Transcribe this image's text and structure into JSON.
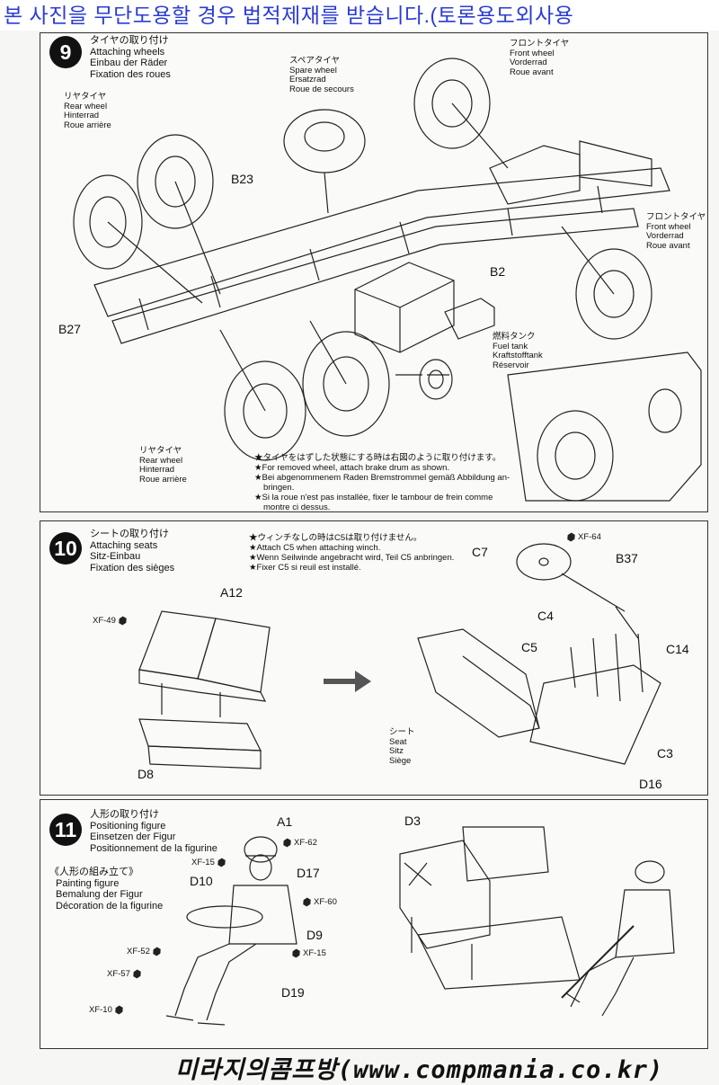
{
  "banner": "본 사진을 무단도용할 경우 법적제재를 받습니다.(토론용도외사용",
  "footer": "미라지의콤프방(www.compmania.co.kr)",
  "step9": {
    "number": "9",
    "title": [
      "タイヤの取り付け",
      "Attaching wheels",
      "Einbau der Räder",
      "Fixation des roues"
    ],
    "rear_wheel_1": [
      "リヤタイヤ",
      "Rear wheel",
      "Hinterrad",
      "Roue arrière"
    ],
    "spare_wheel": [
      "スペアタイヤ",
      "Spare wheel",
      "Ersatzrad",
      "Roue de secours"
    ],
    "front_wheel_1": [
      "フロントタイヤ",
      "Front wheel",
      "Vorderrad",
      "Roue avant"
    ],
    "front_wheel_2": [
      "フロントタイヤ",
      "Front wheel",
      "Vorderrad",
      "Roue avant"
    ],
    "fuel_tank": [
      "燃料タンク",
      "Fuel tank",
      "Kraftstofftank",
      "Réservoir"
    ],
    "rear_wheel_2": [
      "リヤタイヤ",
      "Rear wheel",
      "Hinterrad",
      "Roue arrière"
    ],
    "parts": {
      "b23": "B23",
      "b27": "B27",
      "b2": "B2"
    },
    "notes": [
      "★タイヤをはずした状態にする時は右図のように取り付けます。",
      "★For removed wheel, attach brake drum as shown.",
      "★Bei abgenommenem Raden Bremstrommel gemäß Abbildung an-",
      "bringen.",
      "★Si la roue n'est pas installée, fixer le tambour de frein comme",
      "montre ci dessus."
    ]
  },
  "step10": {
    "number": "10",
    "title": [
      "シートの取り付け",
      "Attaching seats",
      "Sitz-Einbau",
      "Fixation des sièges"
    ],
    "notes": [
      "★ウィンチなしの時はC5は取り付けません。",
      "★Attach C5 when attaching winch.",
      "★Wenn Seilwinde angebracht wird, Teil C5 anbringen.",
      "★Fixer C5 si reuil est installé."
    ],
    "seat": [
      "シート",
      "Seat",
      "Sitz",
      "Siège"
    ],
    "parts": {
      "a12": "A12",
      "d8": "D8",
      "c7": "C7",
      "b37": "B37",
      "c4": "C4",
      "c5": "C5",
      "c14": "C14",
      "c3": "C3",
      "d16": "D16"
    },
    "xf": {
      "xf49": "XF-49",
      "xf64": "XF-64"
    }
  },
  "step11": {
    "number": "11",
    "title": [
      "人形の取り付け",
      "Positioning figure",
      "Einsetzen der Figur",
      "Positionnement de la figurine"
    ],
    "painting": [
      "《人形の組み立て》",
      "Painting figure",
      "Bemalung der Figur",
      "Décoration de la figurine"
    ],
    "parts": {
      "a1": "A1",
      "d10": "D10",
      "d17": "D17",
      "d9": "D9",
      "d19": "D19",
      "d3": "D3"
    },
    "xf": {
      "xf62": "XF-62",
      "xf15a": "XF-15",
      "xf60": "XF-60",
      "xf52": "XF-52",
      "xf15b": "XF-15",
      "xf57": "XF-57",
      "xf10": "XF-10"
    }
  }
}
